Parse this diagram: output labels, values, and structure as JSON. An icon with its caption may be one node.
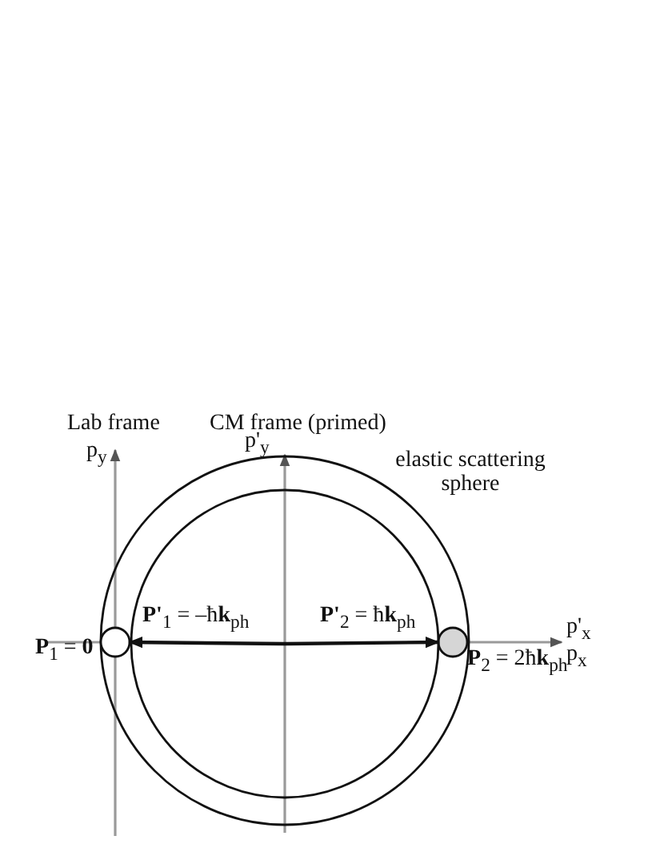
{
  "diagram": {
    "nodes": [
      {
        "text": [],
        "shape": "circle",
        "beside": [
          "**P**$_{1}$ = **0**"
        ],
        "in": 2
      },
      {
        "text": [],
        "shape": "circle",
        "beside": [
          "**P**$_{2}$ = 2ħ**k**$_{ph}$"
        ],
        "in": 2
      },
      {
        "text": [],
        "shape": "circle",
        "beside": [
          "elastic scattering sphere"
        ]
      },
      {
        "text": [],
        "shape": "circle",
        "in": 2
      }
    ],
    "edges": [
      {
        "from": 3,
        "to": 0,
        "arrow": "to",
        "label": "**P'**$_{1}$ = –ħ**k**$_{ph}$"
      },
      {
        "from": 3,
        "to": 1,
        "arrow": "to",
        "label": "**P'**$_{2}$ = ħ**k**$_{ph}$"
      }
    ],
    "labels": [
      "Lab frame",
      "CM frame (primed)",
      "p$_{y}$",
      "p'$_{y}$",
      "p'$_{x}$",
      "p$_{x}$"
    ]
  }
}
